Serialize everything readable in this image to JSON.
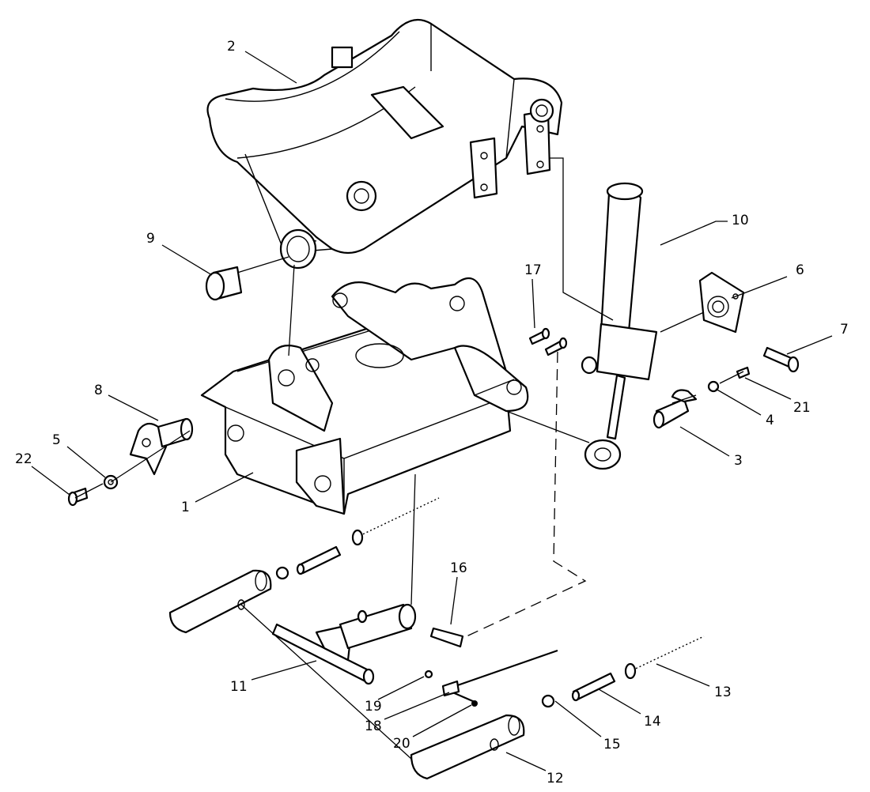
{
  "diagram": {
    "title": "Quick coupler exploded parts view",
    "callouts": [
      "1",
      "2",
      "3",
      "4",
      "5",
      "6",
      "7",
      "8",
      "9",
      "10",
      "11",
      "12",
      "13",
      "14",
      "15",
      "16",
      "17",
      "18",
      "19",
      "20",
      "21",
      "22"
    ]
  },
  "colors": {
    "line": "#000000",
    "background": "#ffffff"
  }
}
